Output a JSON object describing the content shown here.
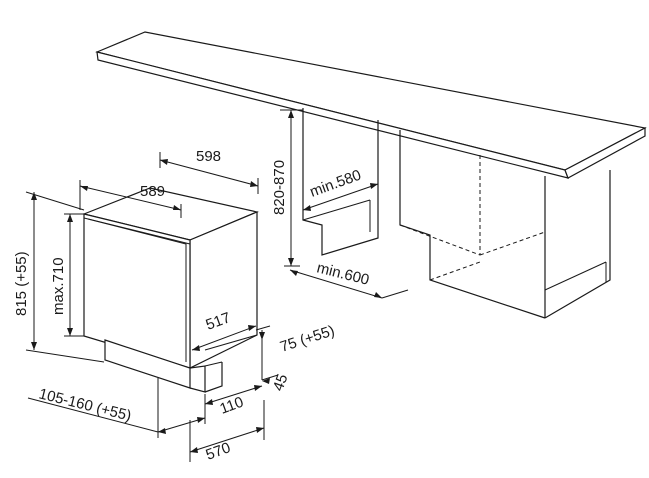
{
  "dimensions": {
    "width_outer": "598",
    "width_inner": "589",
    "height_niche": "820-870",
    "depth_min_top": "min.580",
    "depth_min_bottom": "min.600",
    "height_total": "815 (+55)",
    "height_max": "max.710",
    "depth_door": "517",
    "plinth_height": "75 (+55)",
    "plinth_gap": "45",
    "plinth_offset": "110",
    "depth_total": "570",
    "plinth_range": "105-160 (+55)"
  }
}
